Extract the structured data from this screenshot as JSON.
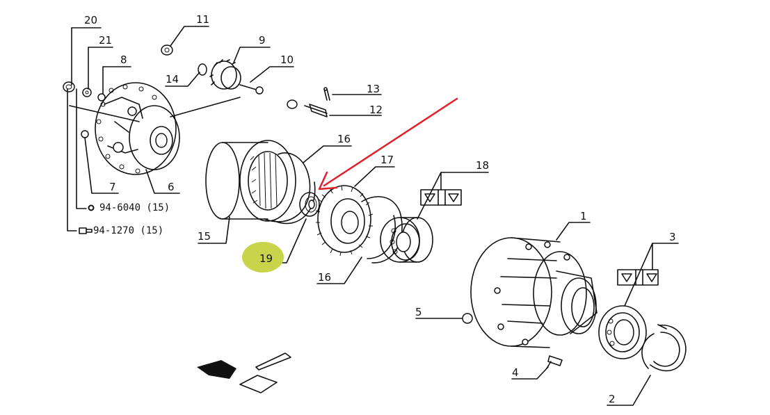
{
  "callouts": {
    "c1": "1",
    "c2": "2",
    "c3": "3",
    "c4": "4",
    "c5": "5",
    "c6": "6",
    "c7": "7",
    "c8": "8",
    "c9": "9",
    "c10": "10",
    "c11": "11",
    "c12": "12",
    "c13": "13",
    "c14": "14",
    "c15": "15",
    "c16a": "16",
    "c16b": "16",
    "c17": "17",
    "c18": "18",
    "c19": "19",
    "c20": "20",
    "c21": "21"
  },
  "legend": {
    "item1": "94-6040 (15)",
    "item2": "94-1270 (15)"
  },
  "colors": {
    "arrow": "#e0202a",
    "highlight": "#c8d44a",
    "ink": "#111111"
  }
}
